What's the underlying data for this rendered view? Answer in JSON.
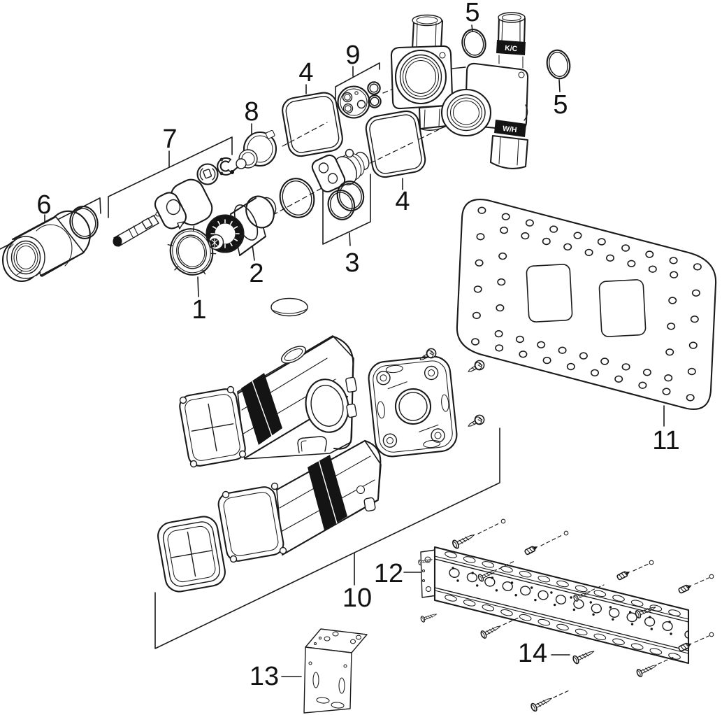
{
  "callouts": {
    "n1": "1",
    "n2": "2",
    "n3": "3",
    "n4a": "4",
    "n4b": "4",
    "n5a": "5",
    "n5b": "5",
    "n6": "6",
    "n7": "7",
    "n8": "8",
    "n9": "9",
    "n10": "10",
    "n11": "11",
    "n12": "12",
    "n13": "13",
    "n14": "14"
  },
  "engravings": {
    "cold_marking": "K/C",
    "hot_marking": "W/H"
  },
  "colors": {
    "line": "#1a1a1a",
    "band_fill": "#141414",
    "background": "#ffffff",
    "label_text": "#111111"
  }
}
